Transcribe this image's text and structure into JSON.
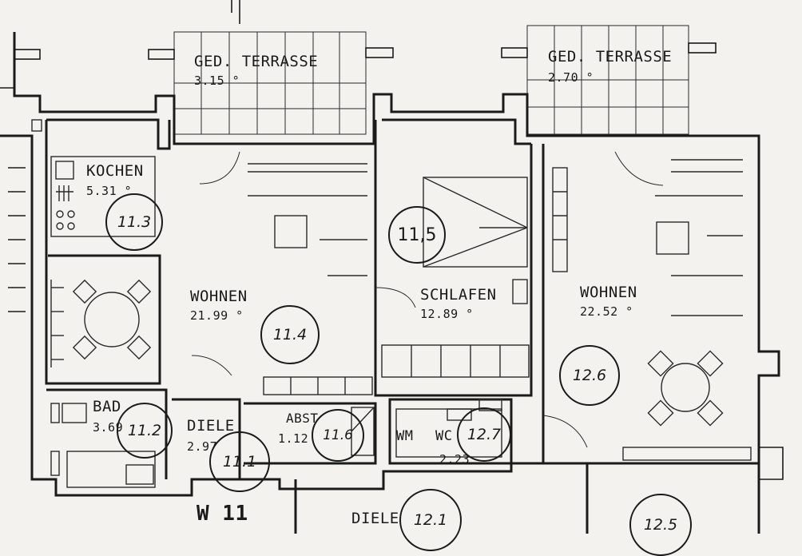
{
  "rooms": {
    "terrasse_left": {
      "name": "GED. TERRASSE",
      "area": "3.15 °"
    },
    "terrasse_right": {
      "name": "GED. TERRASSE",
      "area": "2.70 °"
    },
    "kochen": {
      "name": "KOCHEN",
      "area": "5.31 °"
    },
    "wohnen_left": {
      "name": "WOHNEN",
      "area": "21.99 °"
    },
    "schlafen": {
      "name": "SCHLAFEN",
      "area": "12.89 °"
    },
    "wohnen_right": {
      "name": "WOHNEN",
      "area": "22.52 °"
    },
    "bad": {
      "name": "BAD",
      "area": "3.69"
    },
    "diele": {
      "name": "DIELE",
      "area": "2.97"
    },
    "abst": {
      "name": "ABST",
      "area": "1.12"
    },
    "wm": {
      "name": "WM"
    },
    "wc": {
      "name": "WC",
      "area": "2.23"
    },
    "diele_bottom": {
      "name": "DIELE"
    }
  },
  "tags": {
    "t113": "11.3",
    "t115": "11,5",
    "t114": "11.4",
    "t112": "11.2",
    "t111": "11.1",
    "t116": "11.6",
    "t126": "12.6",
    "t127": "12.7",
    "t121": "12.1",
    "t125": "12.5"
  },
  "unit_label": "W 11"
}
